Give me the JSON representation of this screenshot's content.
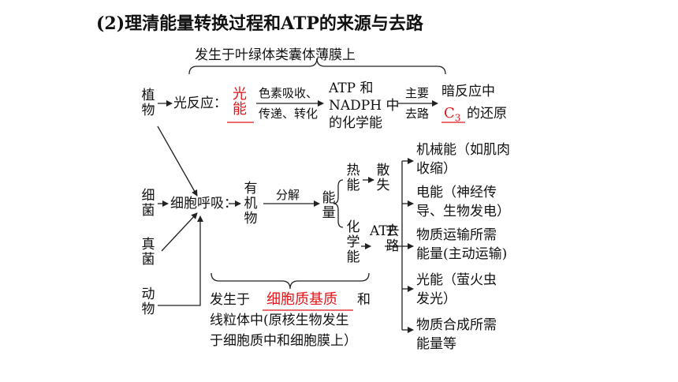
{
  "title": "(2)理清能量转换过程和ATP的来源与去路",
  "top_note": "发生于叶绿体类囊体薄膜上",
  "organisms": {
    "plant": "植物",
    "bacteria": "细菌",
    "fungi": "真菌",
    "animal": "动物"
  },
  "light_reaction": {
    "label": "光反应：",
    "blank": "光能",
    "arrow_top": "色素吸收、",
    "arrow_bottom": "传递、转化",
    "product_line1": "ATP 和",
    "product_line2": "NADPH 中",
    "product_line3": "的化学能",
    "main_top": "主要",
    "main_bottom": "去路",
    "dark_line1": "暗反应中",
    "dark_blank_c": "C",
    "dark_blank_sub": "3",
    "dark_suffix": "的还原"
  },
  "respiration": {
    "label": "细胞呼吸：",
    "organic": "有机物",
    "decompose": "分解",
    "energy": "能量",
    "heat": "热能",
    "dissipate": "散失",
    "chemical": "化学能",
    "atp": "ATP",
    "whereabouts": "去路"
  },
  "uses": [
    {
      "line1": "机械能（如肌肉",
      "line2": "收缩）"
    },
    {
      "line1": "电能（神经传",
      "line2": "导、生物发电）"
    },
    {
      "line1": "物质运输所需",
      "line2": "能量(主动运输)"
    },
    {
      "line1": "光能（萤火虫",
      "line2": "发光）"
    },
    {
      "line1": "物质合成所需",
      "line2": "能量等"
    }
  ],
  "bottom_note": {
    "prefix": "发生于",
    "blank": "细胞质基质",
    "suffix": "和",
    "line2": "线粒体中(原核生物发生",
    "line3": "于细胞质中和细胞膜上）"
  },
  "colors": {
    "text": "#111111",
    "answer": "#e0161b",
    "line": "#222222"
  }
}
